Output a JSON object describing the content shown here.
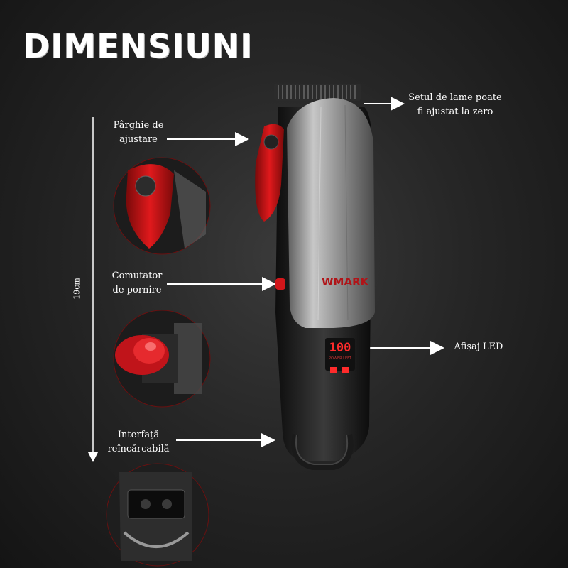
{
  "title": "DIMENSIUNI",
  "dimension": "19cm",
  "callouts": {
    "blades": [
      "Setul de lame poate",
      "fi ajustat la zero"
    ],
    "lever": [
      "Pârghie de",
      "ajustare"
    ],
    "switch": [
      "Comutator",
      "de pornire"
    ],
    "led": [
      "Afișaj LED"
    ],
    "port": [
      "Interfață",
      "reîncărcabilă"
    ]
  },
  "product": {
    "brand": "WMARK",
    "display_value": "100",
    "display_caption": "POWER LEFT"
  },
  "colors": {
    "accent_red": "#d2161a",
    "body_silver": "#9a9a9a",
    "body_black": "#1a1a1a"
  }
}
